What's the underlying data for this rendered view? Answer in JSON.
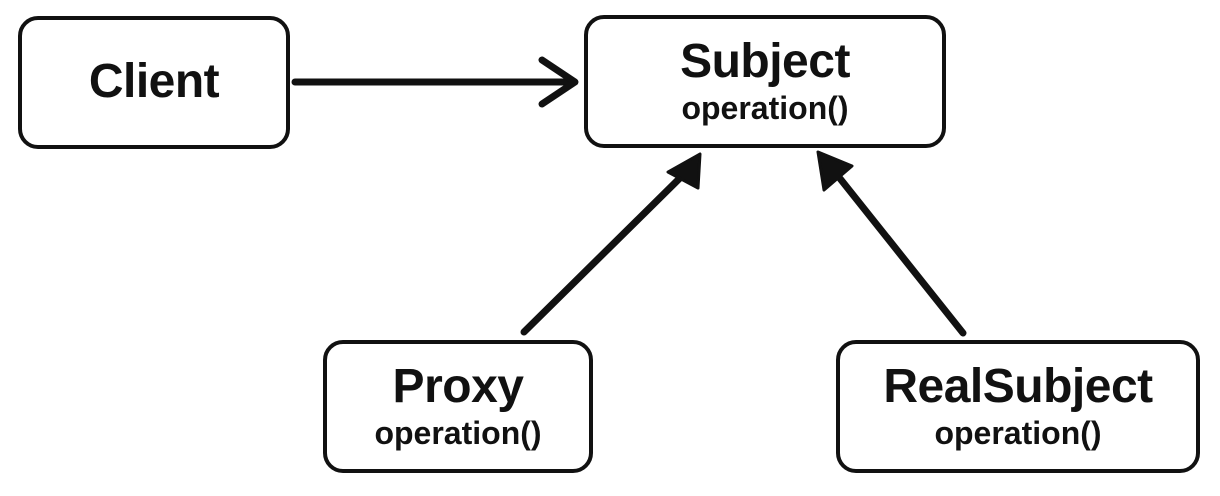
{
  "diagram": {
    "nodes": {
      "client": {
        "title": "Client"
      },
      "subject": {
        "title": "Subject",
        "operation": "operation()"
      },
      "proxy": {
        "title": "Proxy",
        "operation": "operation()"
      },
      "realsubject": {
        "title": "RealSubject",
        "operation": "operation()"
      }
    },
    "edges": [
      {
        "from": "Client",
        "to": "Subject",
        "type": "association"
      },
      {
        "from": "Proxy",
        "to": "Subject",
        "type": "realization"
      },
      {
        "from": "RealSubject",
        "to": "Subject",
        "type": "realization"
      }
    ]
  },
  "colors": {
    "stroke": "#111111",
    "background": "#ffffff"
  }
}
